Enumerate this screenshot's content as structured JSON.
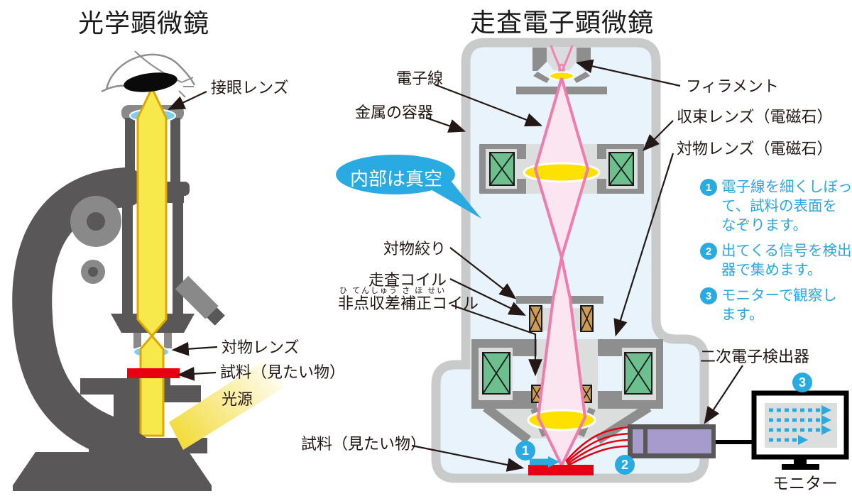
{
  "left_panel": {
    "title": "光学顕微鏡",
    "labels": {
      "eyepiece": "接眼レンズ",
      "objective": "対物レンズ",
      "sample": "試料（見たい物）",
      "light_source": "光源"
    }
  },
  "right_panel": {
    "title": "走査電子顕微鏡",
    "bubble": "内部は真空",
    "labels": {
      "electron_beam": "電子線",
      "metal_container": "金属の容器",
      "filament": "フィラメント",
      "condenser_lens": "収束レンズ（電磁石）",
      "objective_lens": "対物レンズ（電磁石）",
      "objective_aperture": "対物絞り",
      "scan_coil": "走査コイル",
      "astigmatism_furigana": "ひ てんしゅう さ ほ せい",
      "astigmatism_coil": "非点収差補正コイル",
      "detector": "二次電子検出器",
      "sample": "試料（見たい物）",
      "monitor": "モニター"
    },
    "steps": [
      {
        "num": "1",
        "lines": [
          "電子線を細くしぼっ",
          "て、試料の表面を",
          "なぞります。"
        ]
      },
      {
        "num": "2",
        "lines": [
          "出てくる信号を検出",
          "器で集めます。"
        ]
      },
      {
        "num": "3",
        "lines": [
          "モニターで観察し",
          "ます。"
        ]
      }
    ],
    "badges": {
      "b1": "1",
      "b2": "2",
      "b3": "3"
    }
  },
  "colors": {
    "accent_blue": "#29ABE2",
    "body_gray": "#595757",
    "machine_gray": "#898989",
    "wall_gray": "#C9CACA",
    "panel_gray": "#DCDDDD",
    "chamber_fill": "#E9F3FB",
    "beam_yellow": "#F7E84B",
    "lens_yellow": "#FFE100",
    "beam_pink": "#EE7CAD",
    "beam_pink_fill": "#FBE5F1",
    "sample_red": "#E60012",
    "coil_green": "#6CC08E",
    "coil_tan": "#CE9C57",
    "detector_purple": "#A79BCB",
    "lens_blue": "#7ECEF4",
    "text_dark": "#231815"
  }
}
